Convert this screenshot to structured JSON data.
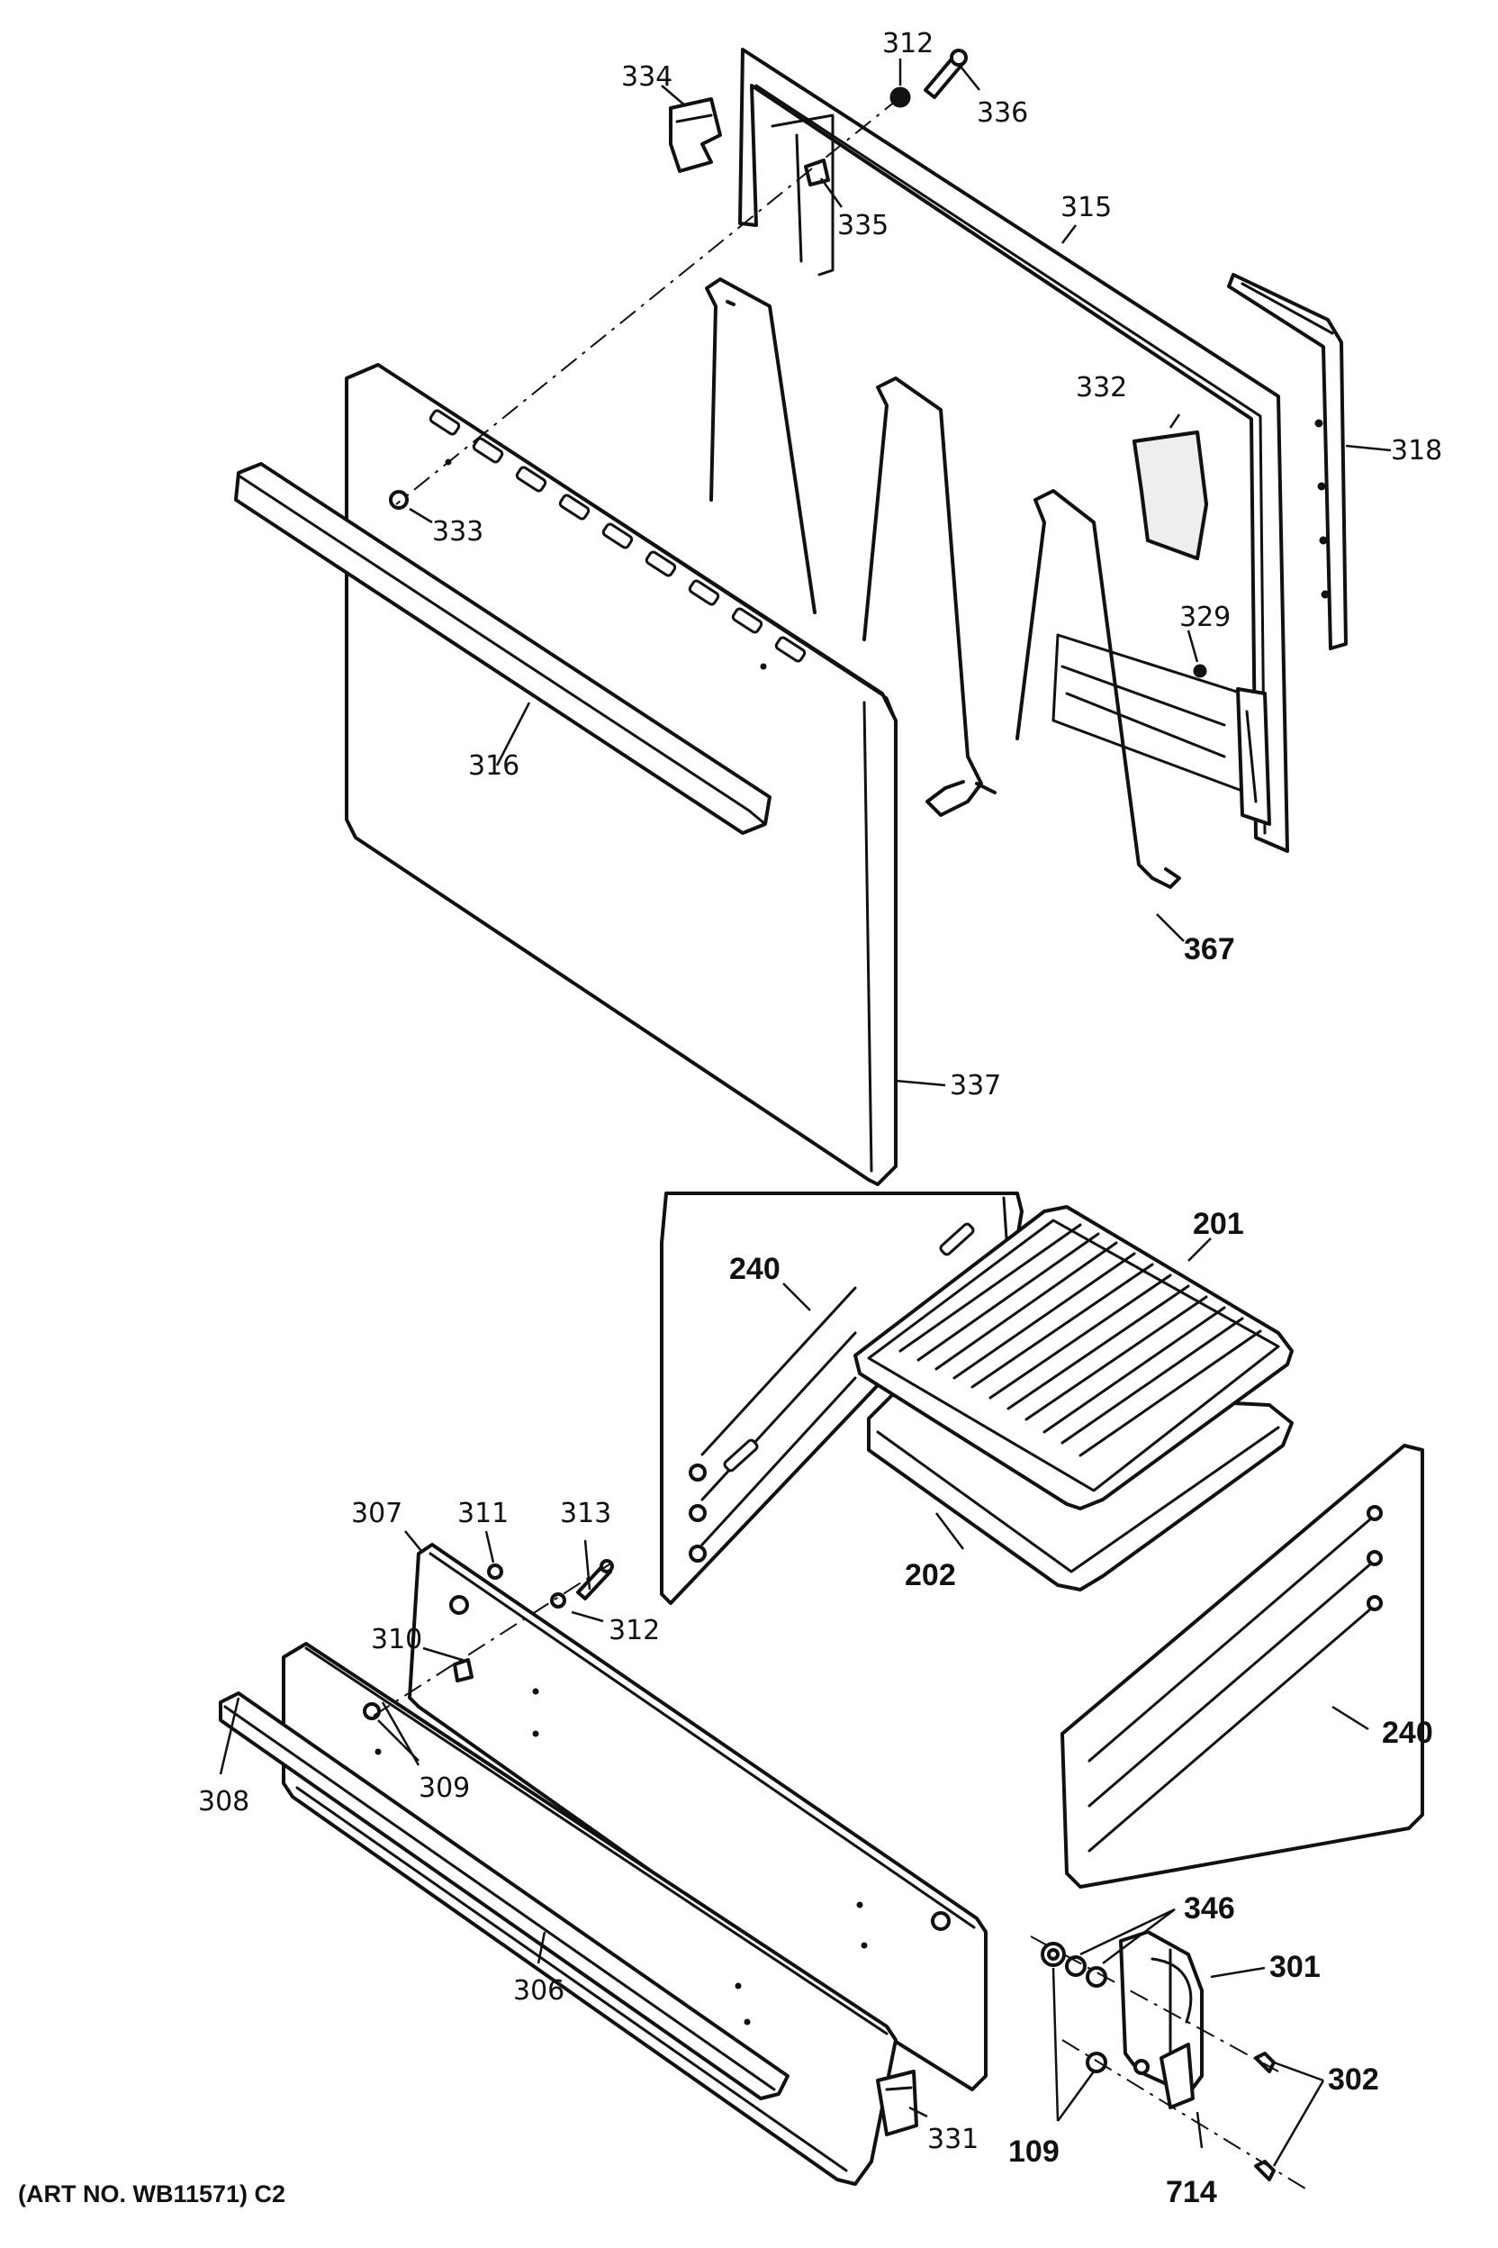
{
  "caption": "(ART NO. WB11571) C2",
  "callouts": {
    "c201": "201",
    "c202": "202",
    "c240a": "240",
    "c240b": "240",
    "c301": "301",
    "c302": "302",
    "c306": "306",
    "c307": "307",
    "c308": "308",
    "c309": "309",
    "c310": "310",
    "c311": "311",
    "c312a": "312",
    "c312b": "312",
    "c313": "313",
    "c315": "315",
    "c316": "316",
    "c318": "318",
    "c329": "329",
    "c331": "331",
    "c332": "332",
    "c333": "333",
    "c334": "334",
    "c335": "335",
    "c336": "336",
    "c337": "337",
    "c346": "346",
    "c367": "367",
    "c109": "109",
    "c714": "714"
  }
}
